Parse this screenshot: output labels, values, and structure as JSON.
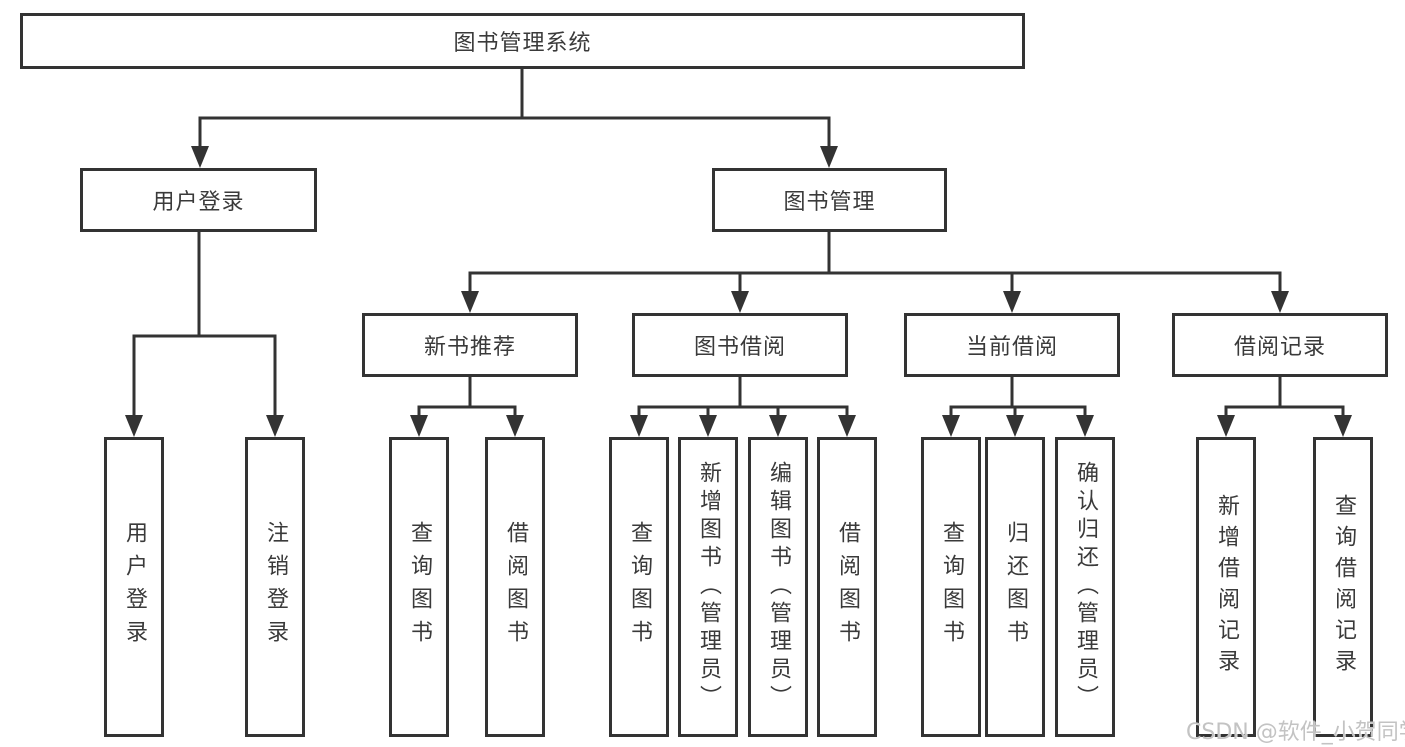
{
  "tree": {
    "root": {
      "label": "图书管理系统",
      "children": [
        {
          "label": "用户登录",
          "children": [
            {
              "label": "用户登录"
            },
            {
              "label": "注销登录"
            }
          ]
        },
        {
          "label": "图书管理",
          "children": [
            {
              "label": "新书推荐",
              "children": [
                {
                  "label": "查询图书"
                },
                {
                  "label": "借阅图书"
                }
              ]
            },
            {
              "label": "图书借阅",
              "children": [
                {
                  "label": "查询图书"
                },
                {
                  "label": "新增图书（管理员）"
                },
                {
                  "label": "编辑图书（管理员）"
                },
                {
                  "label": "借阅图书"
                }
              ]
            },
            {
              "label": "当前借阅",
              "children": [
                {
                  "label": "查询图书"
                },
                {
                  "label": "归还图书"
                },
                {
                  "label": "确认归还（管理员）"
                }
              ]
            },
            {
              "label": "借阅记录",
              "children": [
                {
                  "label": "新增借阅记录"
                },
                {
                  "label": "查询借阅记录"
                }
              ]
            }
          ]
        }
      ]
    }
  },
  "watermark": {
    "text": "CSDN @软件_小贺同学",
    "color": "#c3c3c3"
  },
  "colors": {
    "line": "#333333",
    "text": "#3a3a3a",
    "background": "#ffffff"
  }
}
